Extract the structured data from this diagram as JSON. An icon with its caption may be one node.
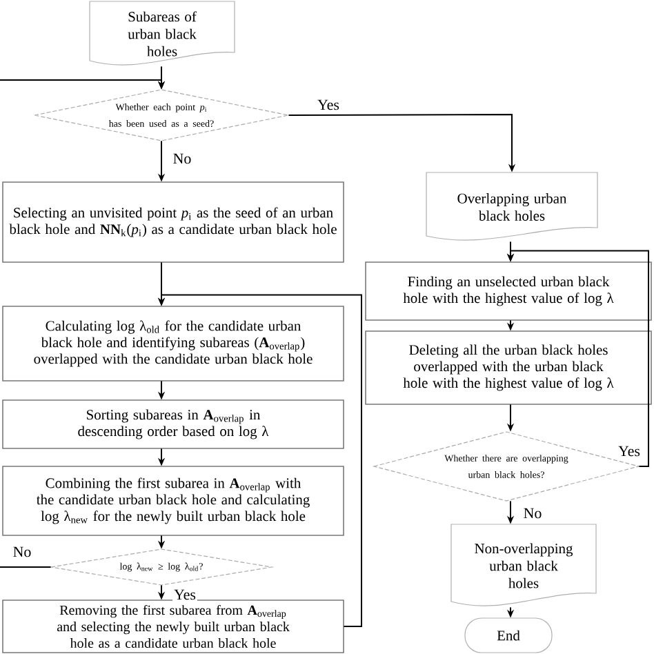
{
  "diagram": {
    "nodes": [
      {
        "text": [
          "Subareas of urban black holes"
        ]
      },
      {
        "text": [
          "Whether each point *p*$_{i}$ has been used as a seed?"
        ]
      },
      {
        "text": [
          "Selecting an unvisited point *p*$_{i}$ as the seed of an urban black hole and **NN**$_{k}$(*p*$_{i}$) as a candidate urban black hole"
        ]
      },
      {
        "text": [
          "Calculating log λ$_{old}$ for the candidate urban black hole and identifying subareas (**A**$_{overlap}$) overlapped with the candidate urban black hole"
        ]
      },
      {
        "text": [
          "Sorting subareas in **A**$_{overlap}$ in descending order based on log λ"
        ]
      },
      {
        "text": [
          "Combining the first subarea in **A**$_{overlap}$ with the candidate urban black hole and calculating log λ$_{new}$ for the newly built urban black hole"
        ]
      },
      {
        "text": [
          "log λ$_{new}$ ≥ log λ$_{old}$?"
        ]
      },
      {
        "text": [
          "Removing the first subarea from **A**$_{overlap}$ and selecting the newly built urban black hole as a candidate urban black hole"
        ]
      },
      {
        "text": [
          "Overlapping urban black holes"
        ]
      },
      {
        "text": [
          "Finding an unselected urban black hole with the highest value of log λ"
        ]
      },
      {
        "text": [
          "Deleting all the urban black holes overlapped with the urban black hole with the highest value of log λ"
        ]
      },
      {
        "text": [
          "Whether there are overlapping urban black holes?"
        ]
      },
      {
        "text": [
          "Non-overlapping urban black holes"
        ]
      },
      {
        "text": [
          "End"
        ]
      }
    ],
    "edges": [
      {
        "from": 0,
        "to": 1,
        "arrow": "to"
      },
      {
        "from": null,
        "to": 1,
        "arrow": "to"
      },
      {
        "from": 1,
        "to": 8,
        "arrow": "to",
        "label": "Yes"
      },
      {
        "from": 1,
        "to": 2,
        "arrow": "to",
        "label": "No"
      },
      {
        "from": 2,
        "to": 3,
        "arrow": "to"
      },
      {
        "from": 3,
        "to": 4,
        "arrow": "to"
      },
      {
        "from": 4,
        "to": 5,
        "arrow": "to"
      },
      {
        "from": 5,
        "to": 6,
        "arrow": "to"
      },
      {
        "from": 6,
        "to": 7,
        "arrow": "to",
        "label": "Yes"
      },
      {
        "from": 6,
        "to": null,
        "arrow": "none",
        "label": "No"
      },
      {
        "from": 7,
        "to": 3,
        "arrow": "to"
      },
      {
        "from": 8,
        "to": 9,
        "arrow": "to"
      },
      {
        "from": 9,
        "to": 10,
        "arrow": "to"
      },
      {
        "from": 10,
        "to": 11,
        "arrow": "to"
      },
      {
        "from": 11,
        "to": 12,
        "arrow": "to",
        "label": "No"
      },
      {
        "from": 11,
        "to": 9,
        "arrow": "to",
        "label": "Yes"
      },
      {
        "from": 12,
        "to": 13,
        "arrow": "to"
      }
    ]
  }
}
